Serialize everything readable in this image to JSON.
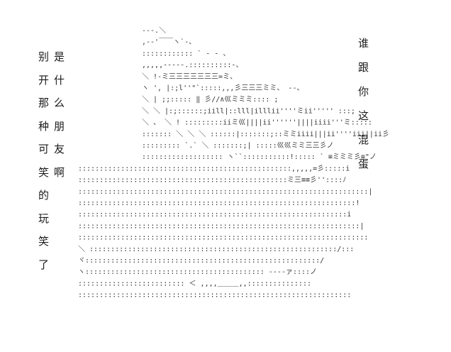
{
  "text": {
    "left_column_1": [
      "别",
      "开",
      "那",
      "种",
      "可",
      "笑",
      "的",
      "玩",
      "笑",
      "了"
    ],
    "left_column_2": [
      "是",
      "什",
      "么",
      "朋",
      "友",
      "啊"
    ],
    "right_column": [
      "谁",
      "跟",
      "你",
      "这",
      "混",
      "蛋"
    ]
  },
  "art": {
    "description_icon": "ascii-art-crumpled-sheet-icon",
    "rows": [
      "             ‐‐‐.＼",
      "            ,‐‐'￣￣ヽ`‐、",
      "             :::::::::::: ` ‐ - 、",
      "              ,,,,,-‐‐‐‐.::::::::::‐、",
      "  ＼           !‐ミ三三三三三三三=ミ、",
      "   ヽ ',          |:;l''\"`:::::,,,彡三三三ミミ、 ‐‐、",
      "    ＼           | ;;::::: ‖ 彡//∧巛ミミミ:::: ;",
      "  ＼   ＼        |:;::::::;iill|::lll|illlii''''ミii''''' :::;",
      "    ＼ 、 ＼     ! :::::::::iiミ巛||||ii''''''||||iiii'''ミ:::::",
      " ::::::: ＼ ＼ ＼  ::::::|:::::::;::ミミiiii|||ii''''iii||ii彡",
      " ::::::::: `.`  ＼  :::::::;| :::::巛巛ミミ三三彡ノ",
      " ::::::::::::::::::: ヽ``:::::::::::!:::::  ` ≡ミミミ彡≡\"ノ",
      " ::::::::::::::::::::::::::::::::::::::::::::::::::,,,,,=彡:::::i",
      " :::::::::::::::::::::::::::::::::::::::::::::::::ミ三≡≡彡''::::ﾉ",
      " ::::::::::::::::::::::::::::::::::::::::::::::::::::::::::::::::::::|",
      " :::::::::::::::::::::::::::::::::::::::::::::::::::::::::::::::::!",
      " :::::::::::::::::::::::::::::::::::::::::::::::::::::::::::::::i",
      " ::::::::::::::::::::::::::::::::::::::::::::::::::::::::::::::::::|",
      " ::::::::::::::::::::::::::::::::::::::::::::::::::::::::::::::::::::",
      " ＼ ::::::::::::::::::::::::::::::::::::::::::::::::::::::::::/:::",
      "  ヾ:::::::::::::::::::::::::::::::::::::::::::::::::::::::/",
      "   ヽ:::::::::::::::::::::::::::::::::::::::::: ‐‐‐‐ァ::::ノ",
      "    ::::::::::::::::::::::::: ＜ ,,,,＿＿＿,,:::::::::::::::",
      "     ::::::::::::::::::::::::::::::::::::::::::::::::::::::::::::::::"
    ]
  }
}
